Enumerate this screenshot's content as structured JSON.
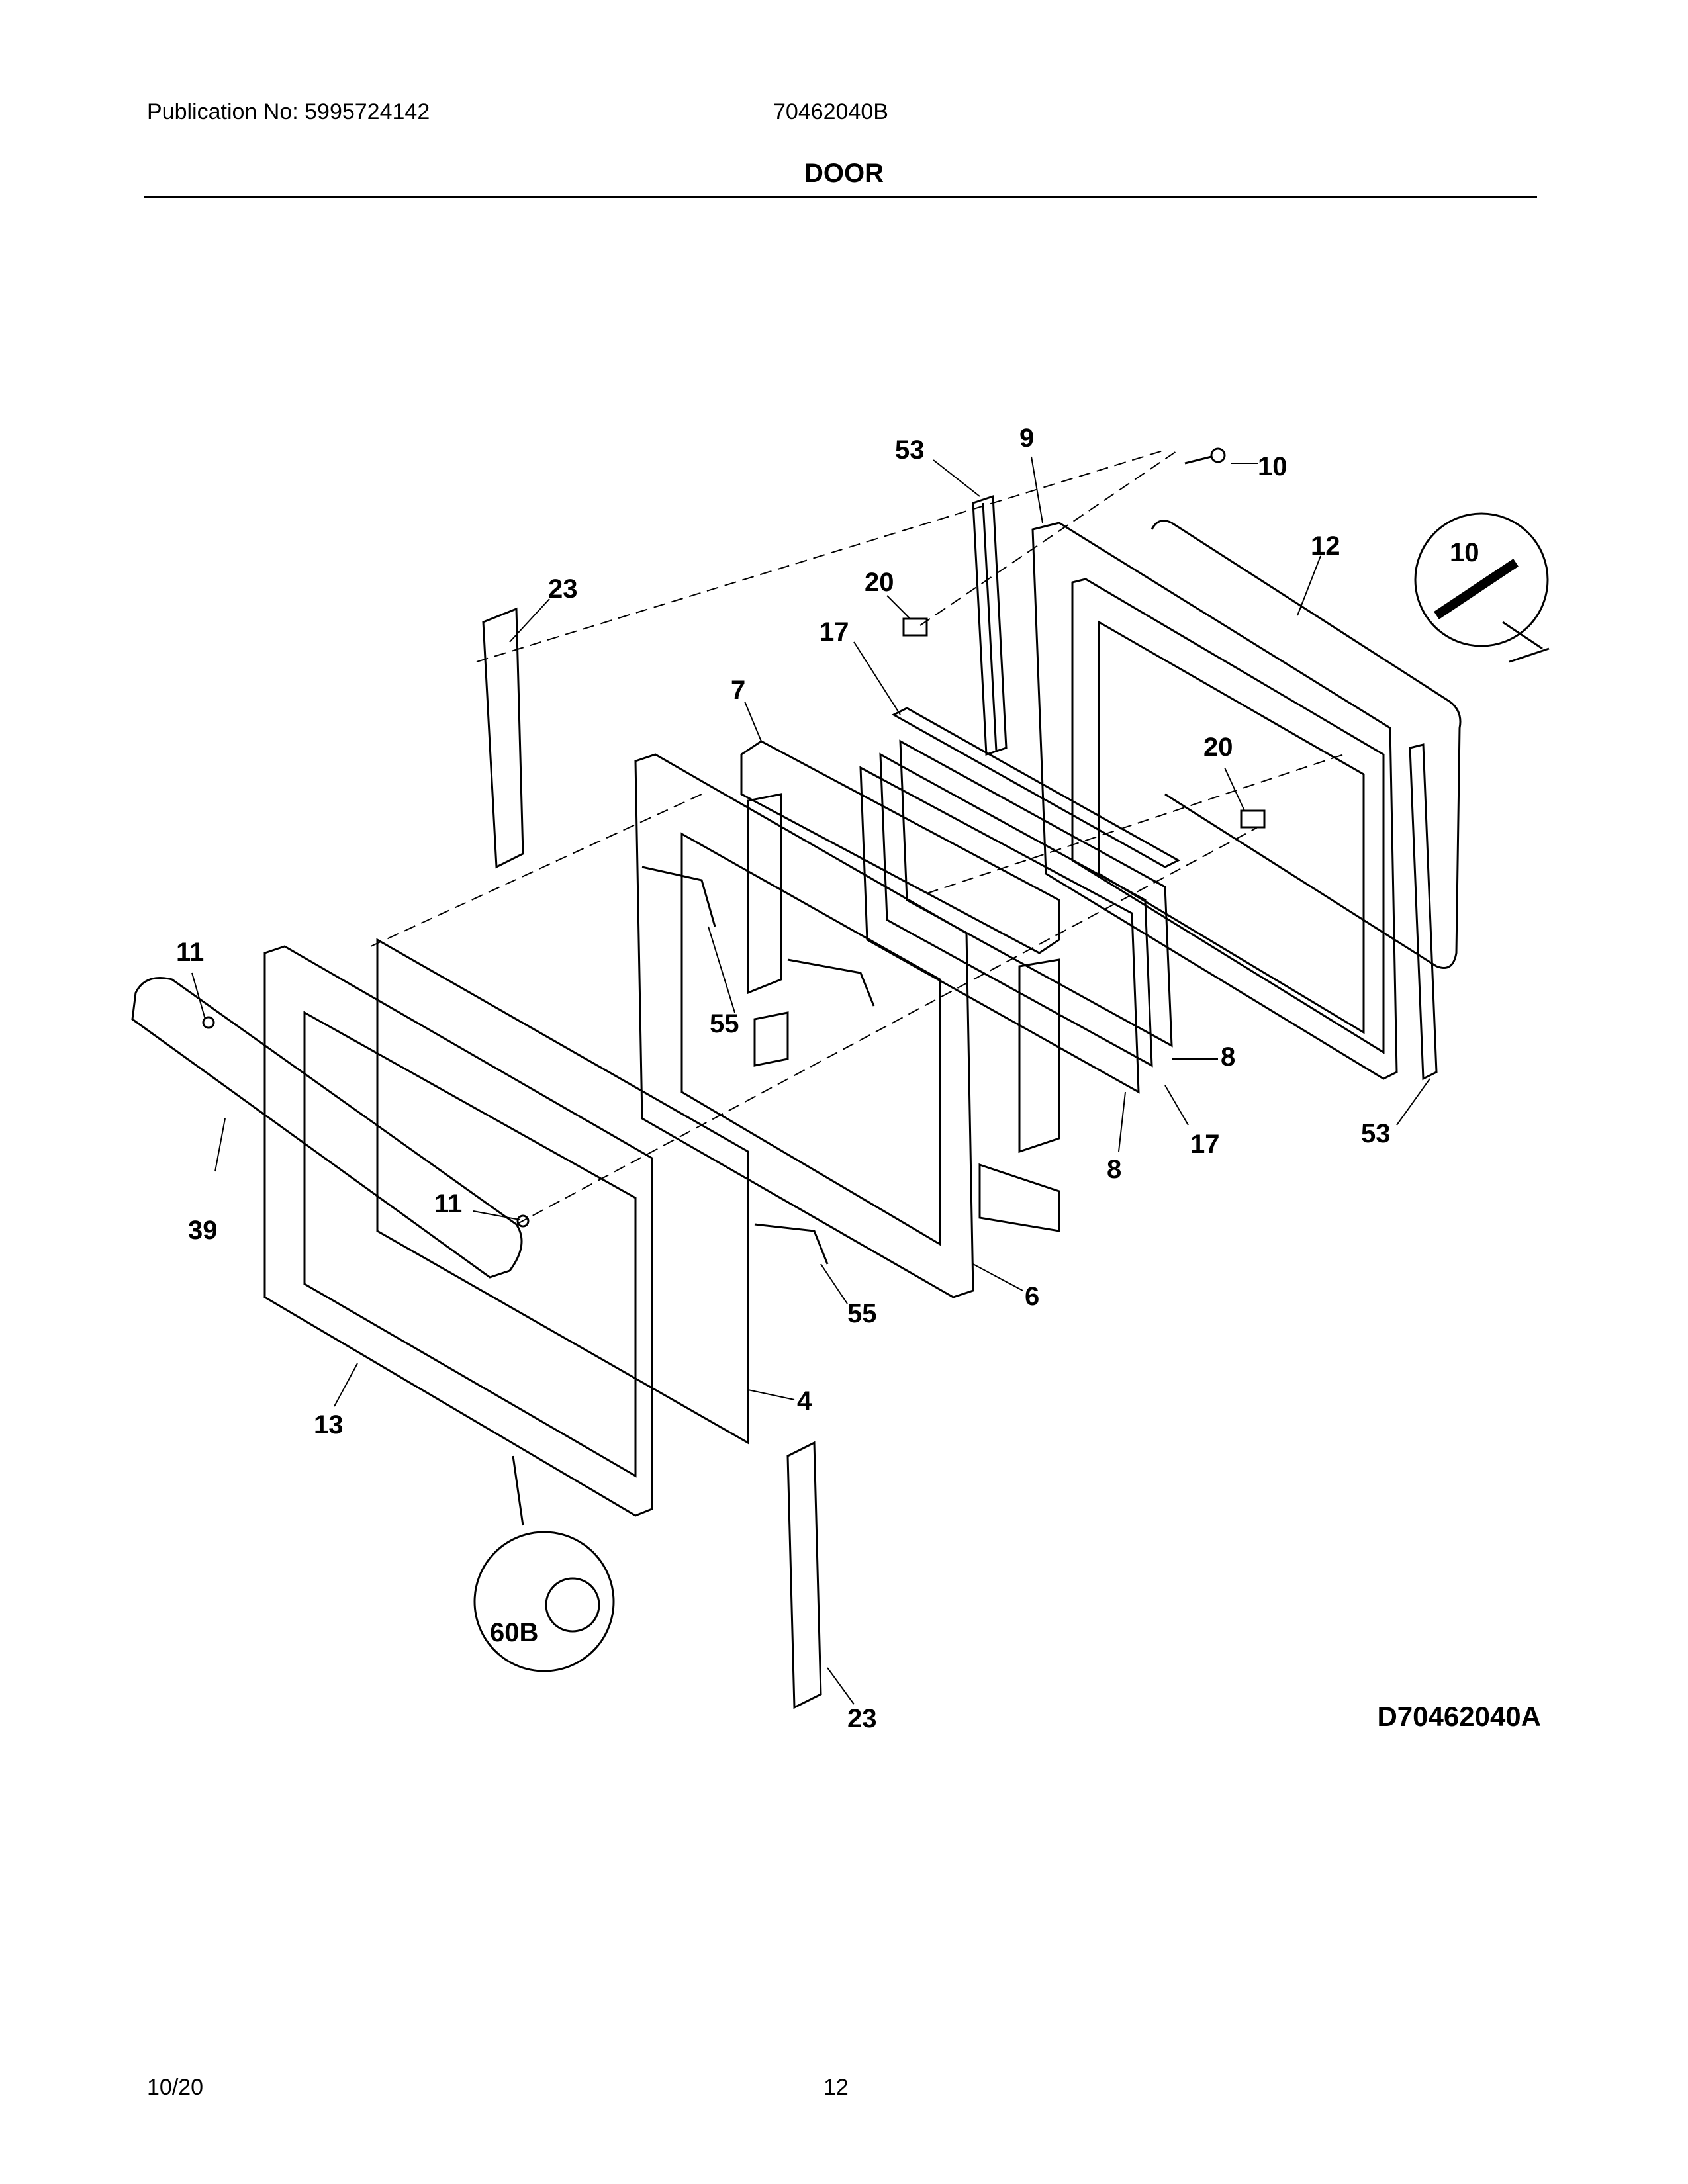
{
  "header": {
    "publication": "Publication No: 5995724142",
    "model": "70462040B",
    "section_title": "DOOR"
  },
  "callouts": {
    "c53_top": "53",
    "c9": "9",
    "c10_top": "10",
    "c12": "12",
    "c10_detail": "10",
    "c23_top": "23",
    "c20_top": "20",
    "c17_top": "17",
    "c7": "7",
    "c20_right": "20",
    "c11_left": "11",
    "c55_mid": "55",
    "c39": "39",
    "c11_mid": "11",
    "c8_right": "8",
    "c17_bottom": "17",
    "c8_bottom": "8",
    "c53_bottom": "53",
    "c6": "6",
    "c55_bottom": "55",
    "c4": "4",
    "c13": "13",
    "c60b": "60B",
    "c23_bottom": "23"
  },
  "footer": {
    "drawing_number": "D70462040A",
    "date": "10/20",
    "page": "12"
  }
}
